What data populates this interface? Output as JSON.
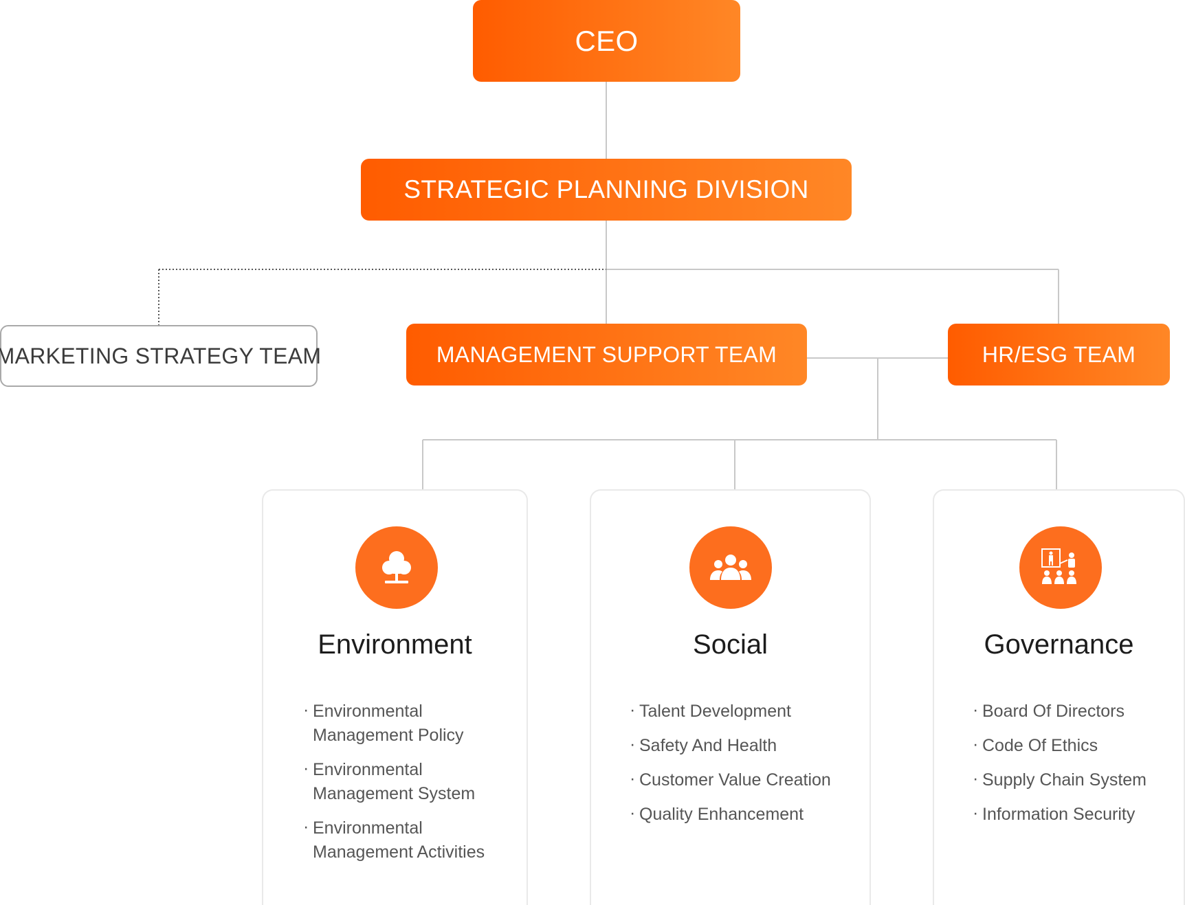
{
  "colors": {
    "accent_start": "#ff5c00",
    "accent_end": "#ff8726",
    "icon_circle": "#fd6e1e",
    "connector_line": "#c8c8c8",
    "outline_border": "#a9a9a9"
  },
  "ceo": {
    "label": "CEO"
  },
  "strategic_planning": {
    "label": "STRATEGIC PLANNING DIVISION"
  },
  "teams": {
    "marketing": {
      "label": "MARKETING STRATEGY TEAM",
      "link_style": "dotted"
    },
    "management_support": {
      "label": "MANAGEMENT SUPPORT TEAM"
    },
    "hr_esg": {
      "label": "HR/ESG TEAM"
    }
  },
  "pillars": [
    {
      "icon": "tree-icon",
      "title": "Environment",
      "items": [
        "Environmental Management Policy",
        "Environmental Management System",
        "Environmental Management Activities"
      ]
    },
    {
      "icon": "people-group-icon",
      "title": "Social",
      "items": [
        "Talent Development",
        "Safety And Health",
        "Customer Value Creation",
        "Quality Enhancement"
      ]
    },
    {
      "icon": "presentation-board-icon",
      "title": "Governance",
      "items": [
        "Board Of Directors",
        "Code Of Ethics",
        "Supply Chain System",
        "Information Security"
      ]
    }
  ]
}
